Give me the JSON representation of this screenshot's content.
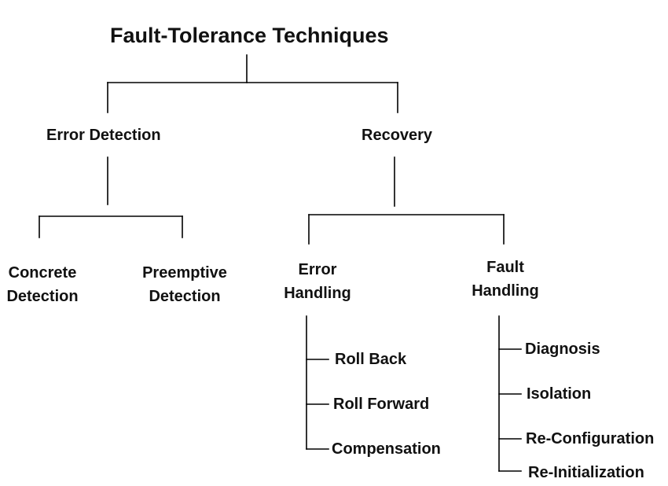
{
  "diagram": {
    "root": "Fault-Tolerance Techniques",
    "error_detection": {
      "label": "Error Detection",
      "concrete": [
        "Concrete",
        "Detection"
      ],
      "preemptive": [
        "Preemptive",
        "Detection"
      ]
    },
    "recovery": {
      "label": "Recovery",
      "error_handling": {
        "label": [
          "Error",
          "Handling"
        ],
        "items": [
          "Roll Back",
          "Roll Forward",
          "Compensation"
        ]
      },
      "fault_handling": {
        "label": [
          "Fault",
          "Handling"
        ],
        "items": [
          "Diagnosis",
          "Isolation",
          "Re-Configuration",
          "Re-Initialization"
        ]
      }
    }
  }
}
